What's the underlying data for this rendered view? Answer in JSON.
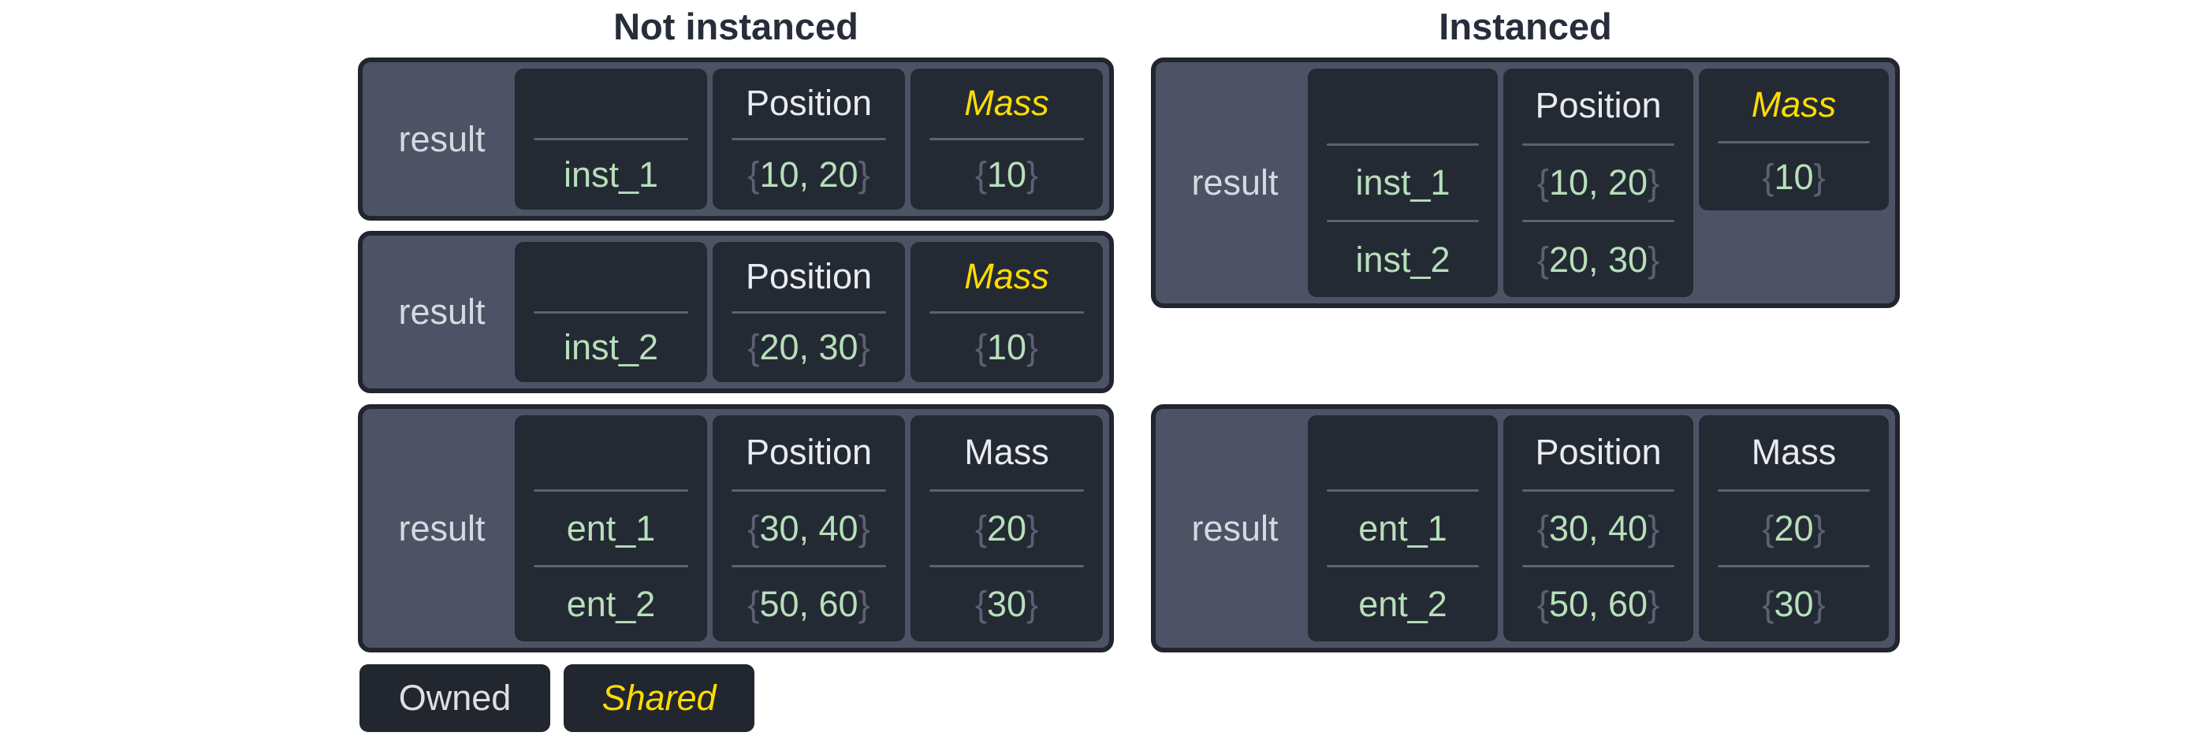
{
  "titles": {
    "not_instanced": "Not instanced",
    "instanced": "Instanced"
  },
  "symbols": {
    "open_brace": "{",
    "close_brace": "}"
  },
  "colors": {
    "shared_accent": "#ffdc00",
    "value_green": "#b7dfbb",
    "panel_slate": "#4d5364",
    "cell_dark": "#242a34",
    "title_dark": "#272d3a"
  },
  "boxes": [
    {
      "label": "result",
      "columns": [
        {
          "header": "",
          "shared": false,
          "values": [
            {
              "text": "inst_1",
              "braced": false
            }
          ]
        },
        {
          "header": "Position",
          "shared": false,
          "values": [
            {
              "text": "10, 20",
              "braced": true
            }
          ]
        },
        {
          "header": "Mass",
          "shared": true,
          "values": [
            {
              "text": "10",
              "braced": true
            }
          ]
        }
      ]
    },
    {
      "label": "result",
      "columns": [
        {
          "header": "",
          "shared": false,
          "values": [
            {
              "text": "inst_2",
              "braced": false
            }
          ]
        },
        {
          "header": "Position",
          "shared": false,
          "values": [
            {
              "text": "20, 30",
              "braced": true
            }
          ]
        },
        {
          "header": "Mass",
          "shared": true,
          "values": [
            {
              "text": "10",
              "braced": true
            }
          ]
        }
      ]
    },
    {
      "label": "result",
      "columns": [
        {
          "header": "",
          "shared": false,
          "values": [
            {
              "text": "ent_1",
              "braced": false
            },
            {
              "text": "ent_2",
              "braced": false
            }
          ]
        },
        {
          "header": "Position",
          "shared": false,
          "values": [
            {
              "text": "30, 40",
              "braced": true
            },
            {
              "text": "50, 60",
              "braced": true
            }
          ]
        },
        {
          "header": "Mass",
          "shared": false,
          "values": [
            {
              "text": "20",
              "braced": true
            },
            {
              "text": "30",
              "braced": true
            }
          ]
        }
      ]
    },
    {
      "label": "result",
      "columns": [
        {
          "header": "",
          "shared": false,
          "values": [
            {
              "text": "inst_1",
              "braced": false
            },
            {
              "text": "inst_2",
              "braced": false
            }
          ]
        },
        {
          "header": "Position",
          "shared": false,
          "values": [
            {
              "text": "10, 20",
              "braced": true
            },
            {
              "text": "20, 30",
              "braced": true
            }
          ]
        },
        {
          "header": "Mass",
          "shared": true,
          "values": [
            {
              "text": "10",
              "braced": true
            }
          ]
        }
      ]
    },
    {
      "label": "result",
      "columns": [
        {
          "header": "",
          "shared": false,
          "values": [
            {
              "text": "ent_1",
              "braced": false
            },
            {
              "text": "ent_2",
              "braced": false
            }
          ]
        },
        {
          "header": "Position",
          "shared": false,
          "values": [
            {
              "text": "30, 40",
              "braced": true
            },
            {
              "text": "50, 60",
              "braced": true
            }
          ]
        },
        {
          "header": "Mass",
          "shared": false,
          "values": [
            {
              "text": "20",
              "braced": true
            },
            {
              "text": "30",
              "braced": true
            }
          ]
        }
      ]
    }
  ],
  "legend": [
    {
      "label": "Owned",
      "shared": false
    },
    {
      "label": "Shared",
      "shared": true
    }
  ]
}
